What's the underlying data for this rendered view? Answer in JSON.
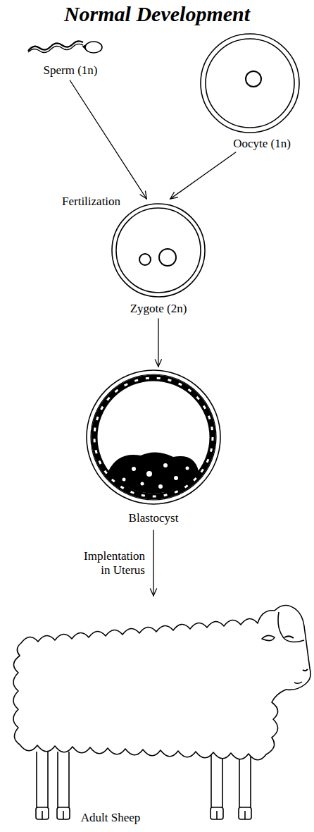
{
  "diagram": {
    "title": "Normal Development",
    "nodes": [
      {
        "text": [
          "Sperm (1n)"
        ]
      },
      {
        "text": [
          "Oocyte (1n)"
        ]
      },
      {
        "text": [
          "Zygote (2n)"
        ]
      },
      {
        "text": [
          "Blastocyst"
        ]
      },
      {
        "text": [
          "Adult Sheep"
        ]
      }
    ],
    "edges": [
      {
        "from": 0,
        "to": 2,
        "arrow": "to"
      },
      {
        "from": 1,
        "to": 2,
        "arrow": "to"
      },
      {
        "from": 2,
        "to": 3,
        "arrow": "to"
      },
      {
        "from": 3,
        "to": 4,
        "arrow": "to",
        "label": "Implentation in Uterus"
      }
    ],
    "labels": [
      "Fertilization"
    ]
  }
}
